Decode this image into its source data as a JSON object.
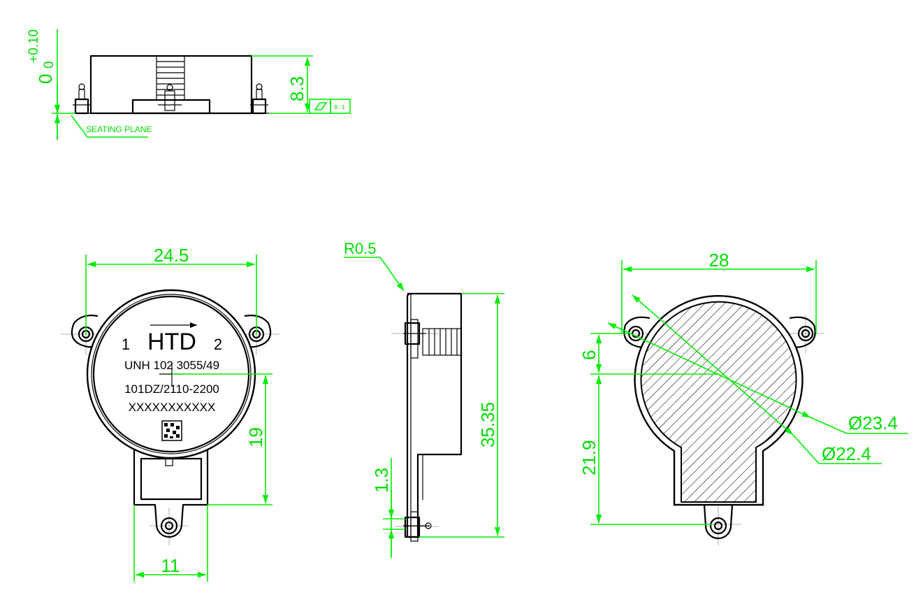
{
  "top_view": {
    "tol_upper": "+0.10",
    "tol_lower": "0",
    "tol_base": "0",
    "height_dim": "8.3",
    "flatness_value": "0.1",
    "seating_label": "SEATING PLANE"
  },
  "front_view": {
    "width_dim": "24.5",
    "center_height_dim": "19",
    "tab_width_dim": "11",
    "pin_left": "1",
    "pin_right": "2",
    "brand": "HTD",
    "text_line1": "UNH 102 3055/49",
    "text_line2": "101DZ/2110-2200",
    "text_line3": "XXXXXXXXXXX"
  },
  "side_view": {
    "radius_dim": "R0.5",
    "height_dim": "35.35",
    "thickness_dim": "1.3"
  },
  "back_view": {
    "width_dim": "28",
    "offset_dim": "6",
    "bottom_dim": "21.9",
    "dia_outer": "Ø23.4",
    "dia_inner": "Ø22.4"
  },
  "colors": {
    "dimension": "#00ee00",
    "outline": "#000000",
    "centerline": "#9a9a9a"
  }
}
